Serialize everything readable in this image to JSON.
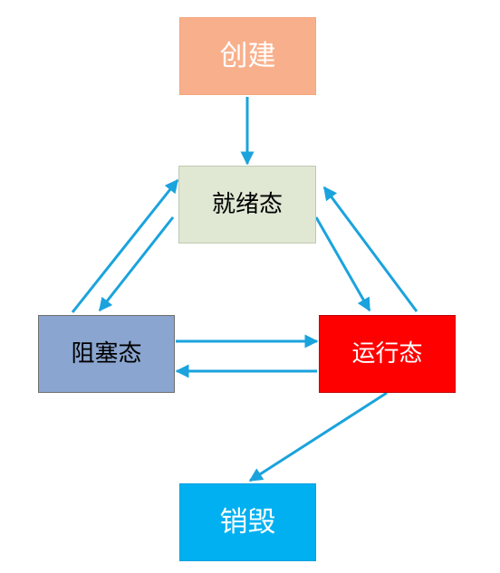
{
  "diagram": {
    "states": {
      "create": "创建",
      "ready": "就绪态",
      "blocked": "阻塞态",
      "running": "运行态",
      "destroy": "销毁"
    },
    "transitions": [
      {
        "from": "创建",
        "to": "就绪态"
      },
      {
        "from": "就绪态",
        "to": "运行态"
      },
      {
        "from": "运行态",
        "to": "就绪态"
      },
      {
        "from": "运行态",
        "to": "阻塞态"
      },
      {
        "from": "阻塞态",
        "to": "运行态"
      },
      {
        "from": "阻塞态",
        "to": "就绪态"
      },
      {
        "from": "就绪态",
        "to": "阻塞态"
      },
      {
        "from": "运行态",
        "to": "销毁"
      }
    ],
    "colors": {
      "arrow": "#1aa3dd",
      "create_fill": "#f8b08c",
      "ready_fill": "#e0e8d4",
      "blocked_fill": "#8aa5cf",
      "running_fill": "#ff0000",
      "destroy_fill": "#00b0f0"
    }
  }
}
